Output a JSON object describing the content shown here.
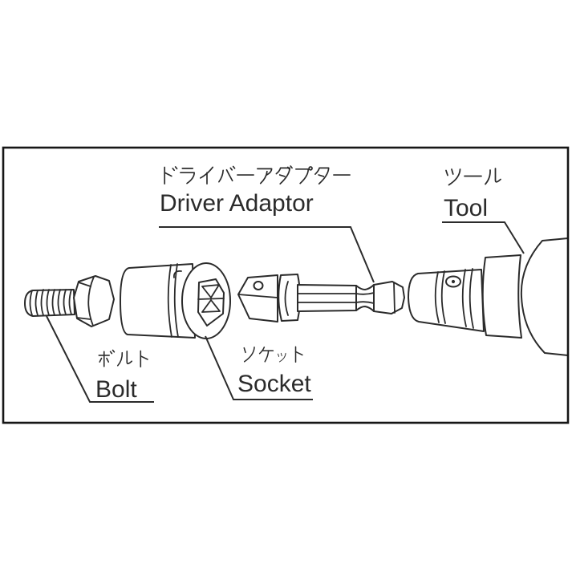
{
  "figure": {
    "type": "exploded-assembly-diagram",
    "background": "#ffffff",
    "line_color": "#2b2b2b",
    "frame_color": "#161616",
    "text_color": "#2b2b2b"
  },
  "labels": {
    "driver_adaptor": {
      "ja": "ドライバーアダプター",
      "en": "Driver Adaptor"
    },
    "tool": {
      "ja": "ツール",
      "en": "Tool"
    },
    "bolt": {
      "ja": "ボルト",
      "en": "Bolt"
    },
    "socket": {
      "ja": "ソケット",
      "en": "Socket"
    }
  },
  "parts_left_to_right": [
    "bolt",
    "socket",
    "driver-adaptor",
    "tool"
  ]
}
